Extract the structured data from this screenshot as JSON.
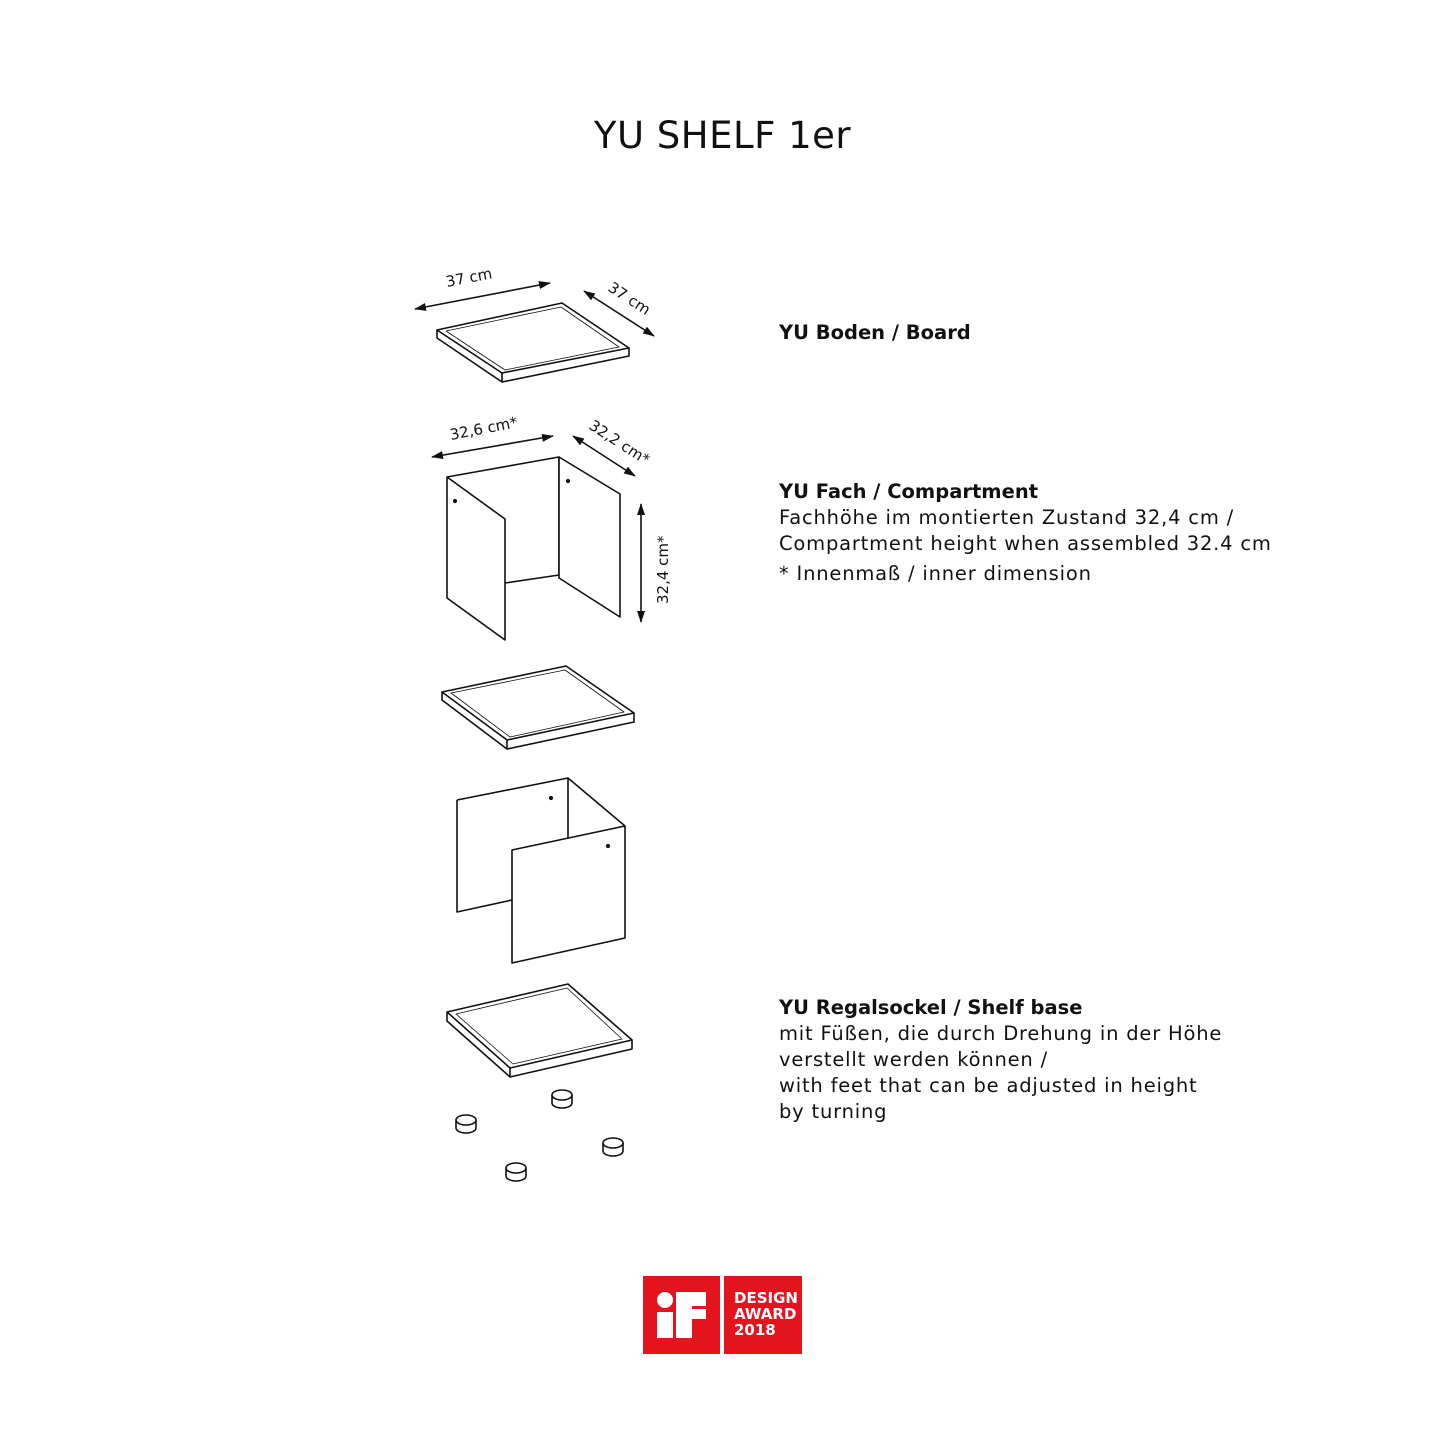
{
  "title": "YU SHELF 1er",
  "dimensions": {
    "board_width": "37 cm",
    "board_depth": "37 cm",
    "compartment_width": "32,6 cm*",
    "compartment_depth": "32,2 cm*",
    "compartment_height": "32,4 cm*"
  },
  "parts": [
    {
      "name": "YU Boden / Board",
      "lines": []
    },
    {
      "name": "YU Fach / Compartment",
      "lines": [
        "Fachhöhe im montierten Zustand 32,4 cm /",
        "Compartment height when assembled 32.4 cm"
      ],
      "note": "* Innenmaß / inner dimension"
    },
    {
      "name": "YU Regalsockel / Shelf base",
      "lines": [
        "mit Füßen, die durch Drehung in der Höhe",
        "verstellt werden können /",
        "with feet that can be adjusted in height",
        "by turning"
      ]
    }
  ],
  "logo": {
    "brand": "iF",
    "line1": "DESIGN",
    "line2": "AWARD",
    "line3": "2018",
    "color": "#e3141e"
  }
}
